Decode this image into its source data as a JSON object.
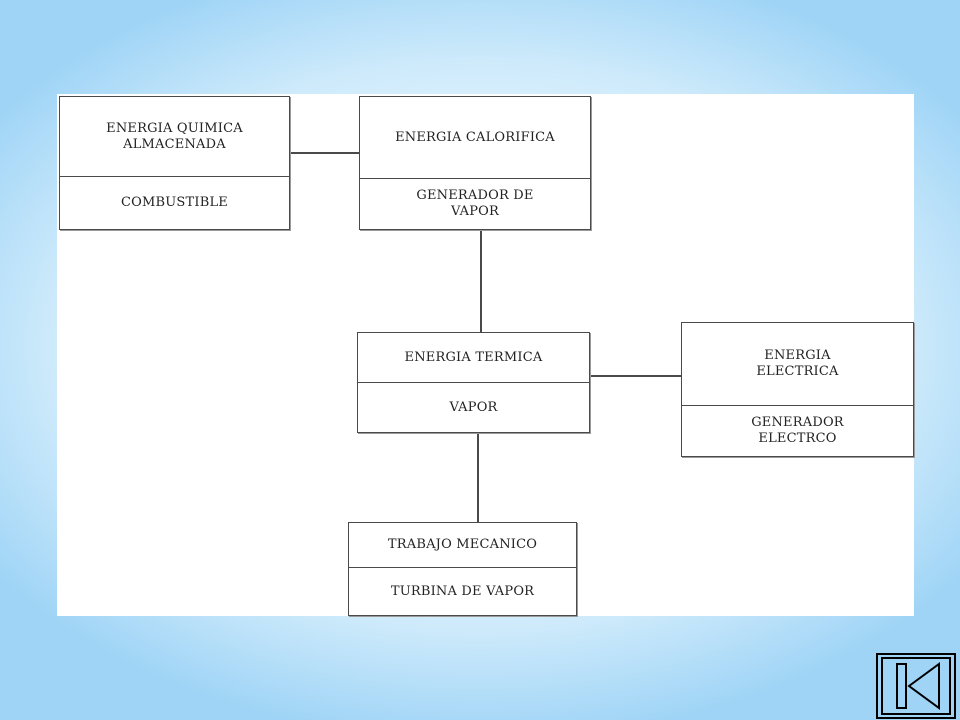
{
  "diagram": {
    "nodes": [
      {
        "id": "quimica",
        "top": "ENERGIA QUIMICA\nALMACENADA",
        "bottom": "COMBUSTIBLE"
      },
      {
        "id": "calorifica",
        "top": "ENERGIA CALORIFICA",
        "bottom": "GENERADOR DE\nVAPOR"
      },
      {
        "id": "termica",
        "top": "ENERGIA TERMICA",
        "bottom": "VAPOR"
      },
      {
        "id": "electrica",
        "top": "ENERGIA\nELECTRICA",
        "bottom": "GENERADOR\nELECTRCO"
      },
      {
        "id": "mecanico",
        "top": "TRABAJO MECANICO",
        "bottom": "TURBINA DE VAPOR"
      }
    ],
    "edges": [
      {
        "from": "quimica",
        "to": "calorifica"
      },
      {
        "from": "calorifica",
        "to": "termica"
      },
      {
        "from": "termica",
        "to": "electrica"
      },
      {
        "from": "termica",
        "to": "mecanico"
      }
    ]
  },
  "navigation": {
    "back_icon": "skip-back-icon"
  }
}
